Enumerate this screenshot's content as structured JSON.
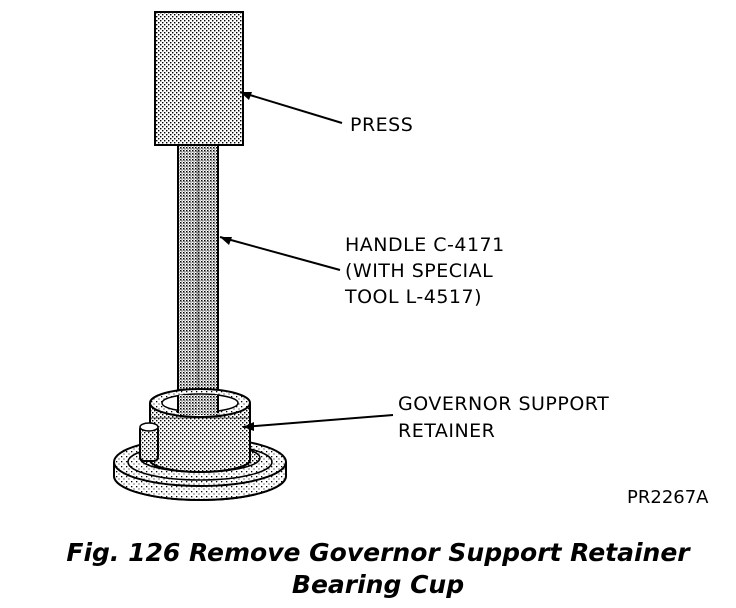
{
  "labels": {
    "press": "PRESS",
    "handle_line1": "HANDLE C-4171",
    "handle_line2": "(WITH SPECIAL",
    "handle_line3": "TOOL L-4517)",
    "retainer_line1": "GOVERNOR SUPPORT",
    "retainer_line2": "RETAINER"
  },
  "figure_code": "PR2267A",
  "caption": {
    "line1": "Fig. 126 Remove Governor Support Retainer",
    "line2": "Bearing Cup"
  }
}
